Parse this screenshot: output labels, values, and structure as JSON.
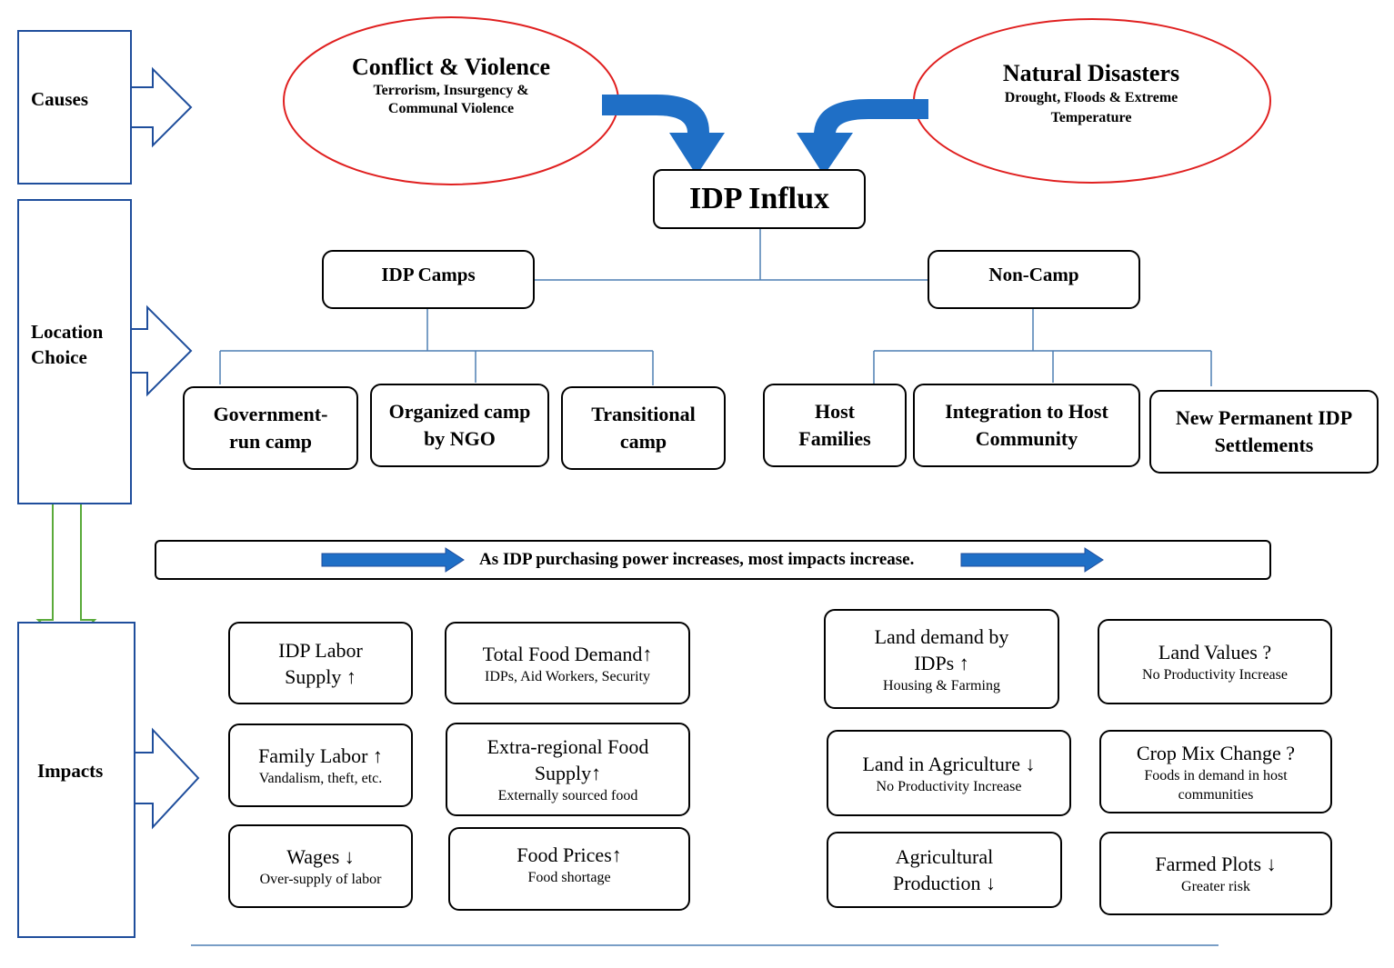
{
  "colors": {
    "arrow_blue": "#1f6fc6",
    "outline_blue": "#1f4e9c",
    "ellipse_red": "#e02020",
    "green_arrow": "#5aaa3a",
    "connector": "#4d7fb3"
  },
  "side": {
    "causes": "Causes",
    "location_choice": "Location Choice",
    "impacts": "Impacts"
  },
  "causes": {
    "conflict": {
      "title": "Conflict & Violence",
      "subtitle": "Terrorism, Insurgency & Communal Violence"
    },
    "natural": {
      "title": "Natural Disasters",
      "subtitle": "Drought, Floods & Extreme Temperature"
    }
  },
  "influx": "IDP Influx",
  "branches": {
    "camps": {
      "label": "IDP Camps",
      "children": [
        "Government-run camp",
        "Organized camp by NGO",
        "Transitional camp"
      ]
    },
    "noncamp": {
      "label": "Non-Camp",
      "children": [
        "Host Families",
        "Integration to Host Community",
        "New Permanent IDP Settlements"
      ]
    }
  },
  "banner": "As IDP purchasing power increases, most impacts increase.",
  "impacts": [
    {
      "main": "IDP Labor Supply ↑",
      "sub": ""
    },
    {
      "main": "Total Food Demand↑",
      "sub": "IDPs, Aid Workers, Security"
    },
    {
      "main": "Land demand by IDPs ↑",
      "sub": "Housing & Farming"
    },
    {
      "main": "Land Values ?",
      "sub": "No Productivity Increase"
    },
    {
      "main": "Family Labor ↑",
      "sub": "Vandalism, theft, etc."
    },
    {
      "main": "Extra-regional Food Supply↑",
      "sub": "Externally sourced food"
    },
    {
      "main": "Land in Agriculture ↓",
      "sub": "No Productivity Increase"
    },
    {
      "main": "Crop Mix Change ?",
      "sub": "Foods in demand in host communities"
    },
    {
      "main": "Wages ↓",
      "sub": "Over-supply of labor"
    },
    {
      "main": "Food Prices↑",
      "sub": "Food shortage"
    },
    {
      "main": "Agricultural Production ↓",
      "sub": ""
    },
    {
      "main": "Farmed Plots ↓",
      "sub": "Greater risk"
    }
  ]
}
